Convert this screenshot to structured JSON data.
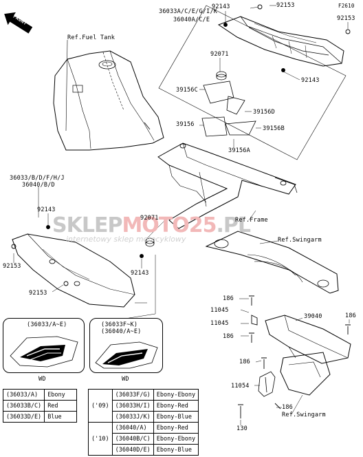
{
  "figure_code": "F2610",
  "front_label": "FRONT",
  "callouts": {
    "c36033ack": "36033A/C/E/G/I/K",
    "c36040ace": "36040A/C/E",
    "c92143_top": "92143",
    "c92153_top": "92153",
    "c92153_right": "92153",
    "c92143_right": "92143",
    "ref_fuel_tank": "Ref.Fuel Tank",
    "c92071_top": "92071",
    "c39156c": "39156C",
    "c39156d": "39156D",
    "c39156": "39156",
    "c39156b": "39156B",
    "c39156a": "39156A",
    "c36033bdfhj": "36033/B/D/F/H/J",
    "c36040bd": "36040/B/D",
    "c92143_left": "92143",
    "c92071_mid": "92071",
    "ref_frame": "Ref.Frame",
    "ref_swingarm_top": "Ref.Swingarm",
    "c92153_left": "92153",
    "c92143_mid": "92143",
    "c92153_bottom": "92153",
    "c186_a": "186",
    "c11045_a": "11045",
    "c11045_b": "11045",
    "c186_b": "186",
    "c39040": "39040",
    "c186_right": "186",
    "c186_c": "186",
    "c11054": "11054",
    "c186_d": "186",
    "ref_swingarm_bottom": "Ref.Swingarm",
    "c130": "130"
  },
  "insets": {
    "left": {
      "title": "(36033/A~E)",
      "caption": "WD"
    },
    "right": {
      "title_line1": "(36033F~K)",
      "title_line2": "(36040/A~E)",
      "caption": "WD"
    }
  },
  "watermark": {
    "brand_a": "SKLEP",
    "brand_b": "MOTO",
    "brand_c": "25",
    "brand_d": ".PL",
    "tagline": "internetowy sklep motocyklowy"
  },
  "color_table_left": [
    {
      "code": "(36033/A)",
      "color": "Ebony"
    },
    {
      "code": "(36033B/C)",
      "color": "Red"
    },
    {
      "code": "(36033D/E)",
      "color": "Blue"
    }
  ],
  "color_table_right": {
    "groups": [
      {
        "year": "('09)",
        "rows": [
          {
            "code": "(36033F/G)",
            "color": "Ebony-Ebony"
          },
          {
            "code": "(36033H/I)",
            "color": "Ebony-Red"
          },
          {
            "code": "(36033J/K)",
            "color": "Ebony-Blue"
          }
        ]
      },
      {
        "year": "('10)",
        "rows": [
          {
            "code": "(36040/A)",
            "color": "Ebony-Red"
          },
          {
            "code": "(36040B/C)",
            "color": "Ebony-Ebony"
          },
          {
            "code": "(36040D/E)",
            "color": "Ebony-Blue"
          }
        ]
      }
    ]
  },
  "colors": {
    "ink": "#000000",
    "watermark_grey": "#c8c8c8",
    "watermark_red": "#f2b8b8",
    "watermark_line": "#d7d7d7"
  }
}
